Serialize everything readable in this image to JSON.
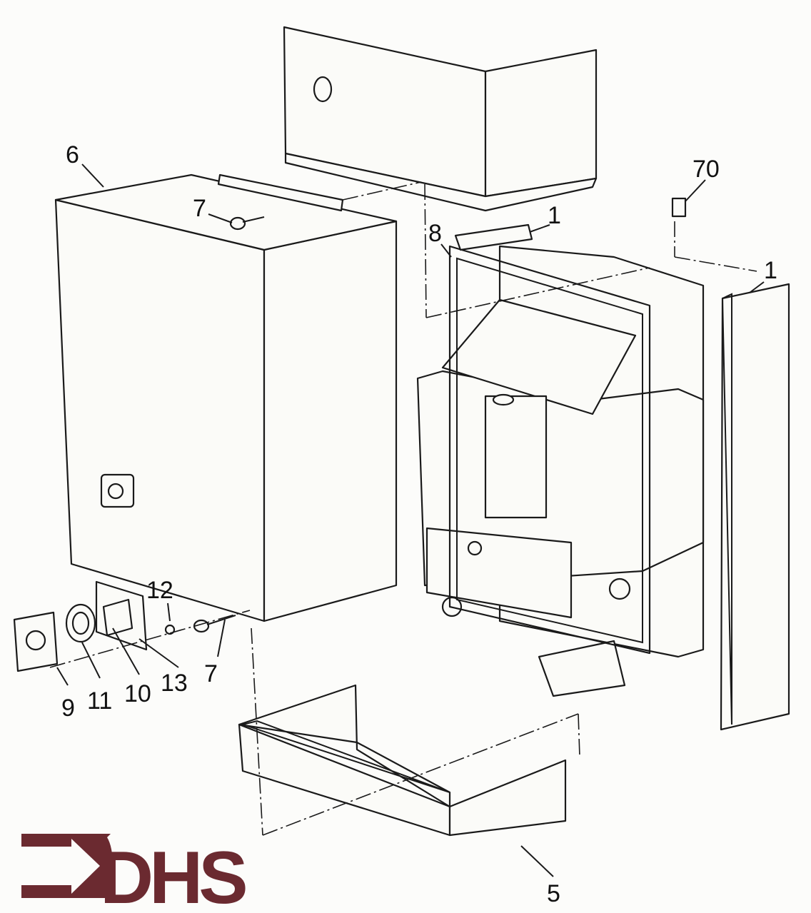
{
  "title": "Exploded parts diagram",
  "logo": {
    "text": "DHS",
    "color": "#6b2a30"
  },
  "part_labels": {
    "p6": "6",
    "p7_top": "7",
    "p1_left": "1",
    "p8": "8",
    "p70": "70",
    "p1_right": "1",
    "p12": "12",
    "p9": "9",
    "p11": "11",
    "p10": "10",
    "p13": "13",
    "p7_bottom": "7",
    "p5": "5"
  }
}
